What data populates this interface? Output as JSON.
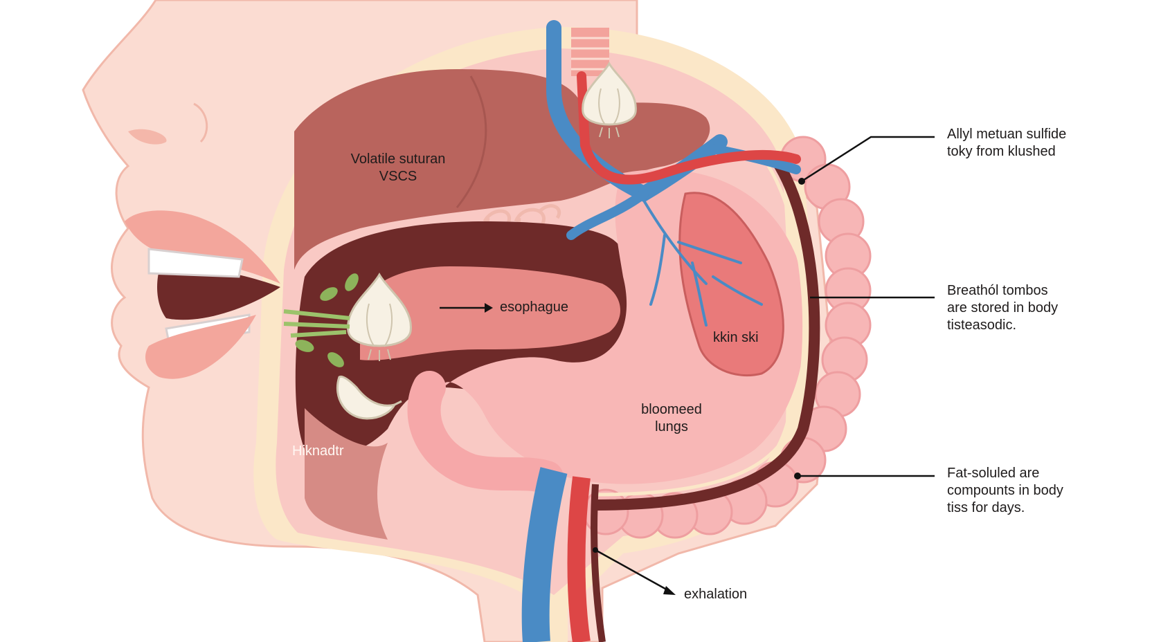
{
  "labels": {
    "vscs": "Volatile suturan\nVSCS",
    "esophagus": "esophague",
    "kidney": "kkin ski",
    "blood": "bloomeed\nlungs",
    "mouth": "Hiknadtr",
    "exhale": "exhalation"
  },
  "callouts": {
    "allyl": "Allyl metuan sulfide\ntoky from klushed",
    "breath": "Breathól tombos\nare stored in body\ntisteasodic.",
    "fat": "Fat-soluled are\ncompounts in body\ntiss for days."
  },
  "colors": {
    "skin": "#fbdcd2",
    "skin_outline": "#f1b8aa",
    "tissue": "#f9c9c4",
    "organ_dark": "#b9645d",
    "cavity": "#6e2a29",
    "stomach": "#f8b7b6",
    "intestine": "#f7b6b6",
    "vein_blue": "#4a8bc5",
    "artery_red": "#dd4646",
    "garlic": "#f7f1e4",
    "leaf": "#8db35b",
    "cream": "#fbe7c8",
    "line": "#111111"
  },
  "icons": [
    "garlic-bulb-icon",
    "garlic-clove-icon",
    "leaf-icon"
  ]
}
